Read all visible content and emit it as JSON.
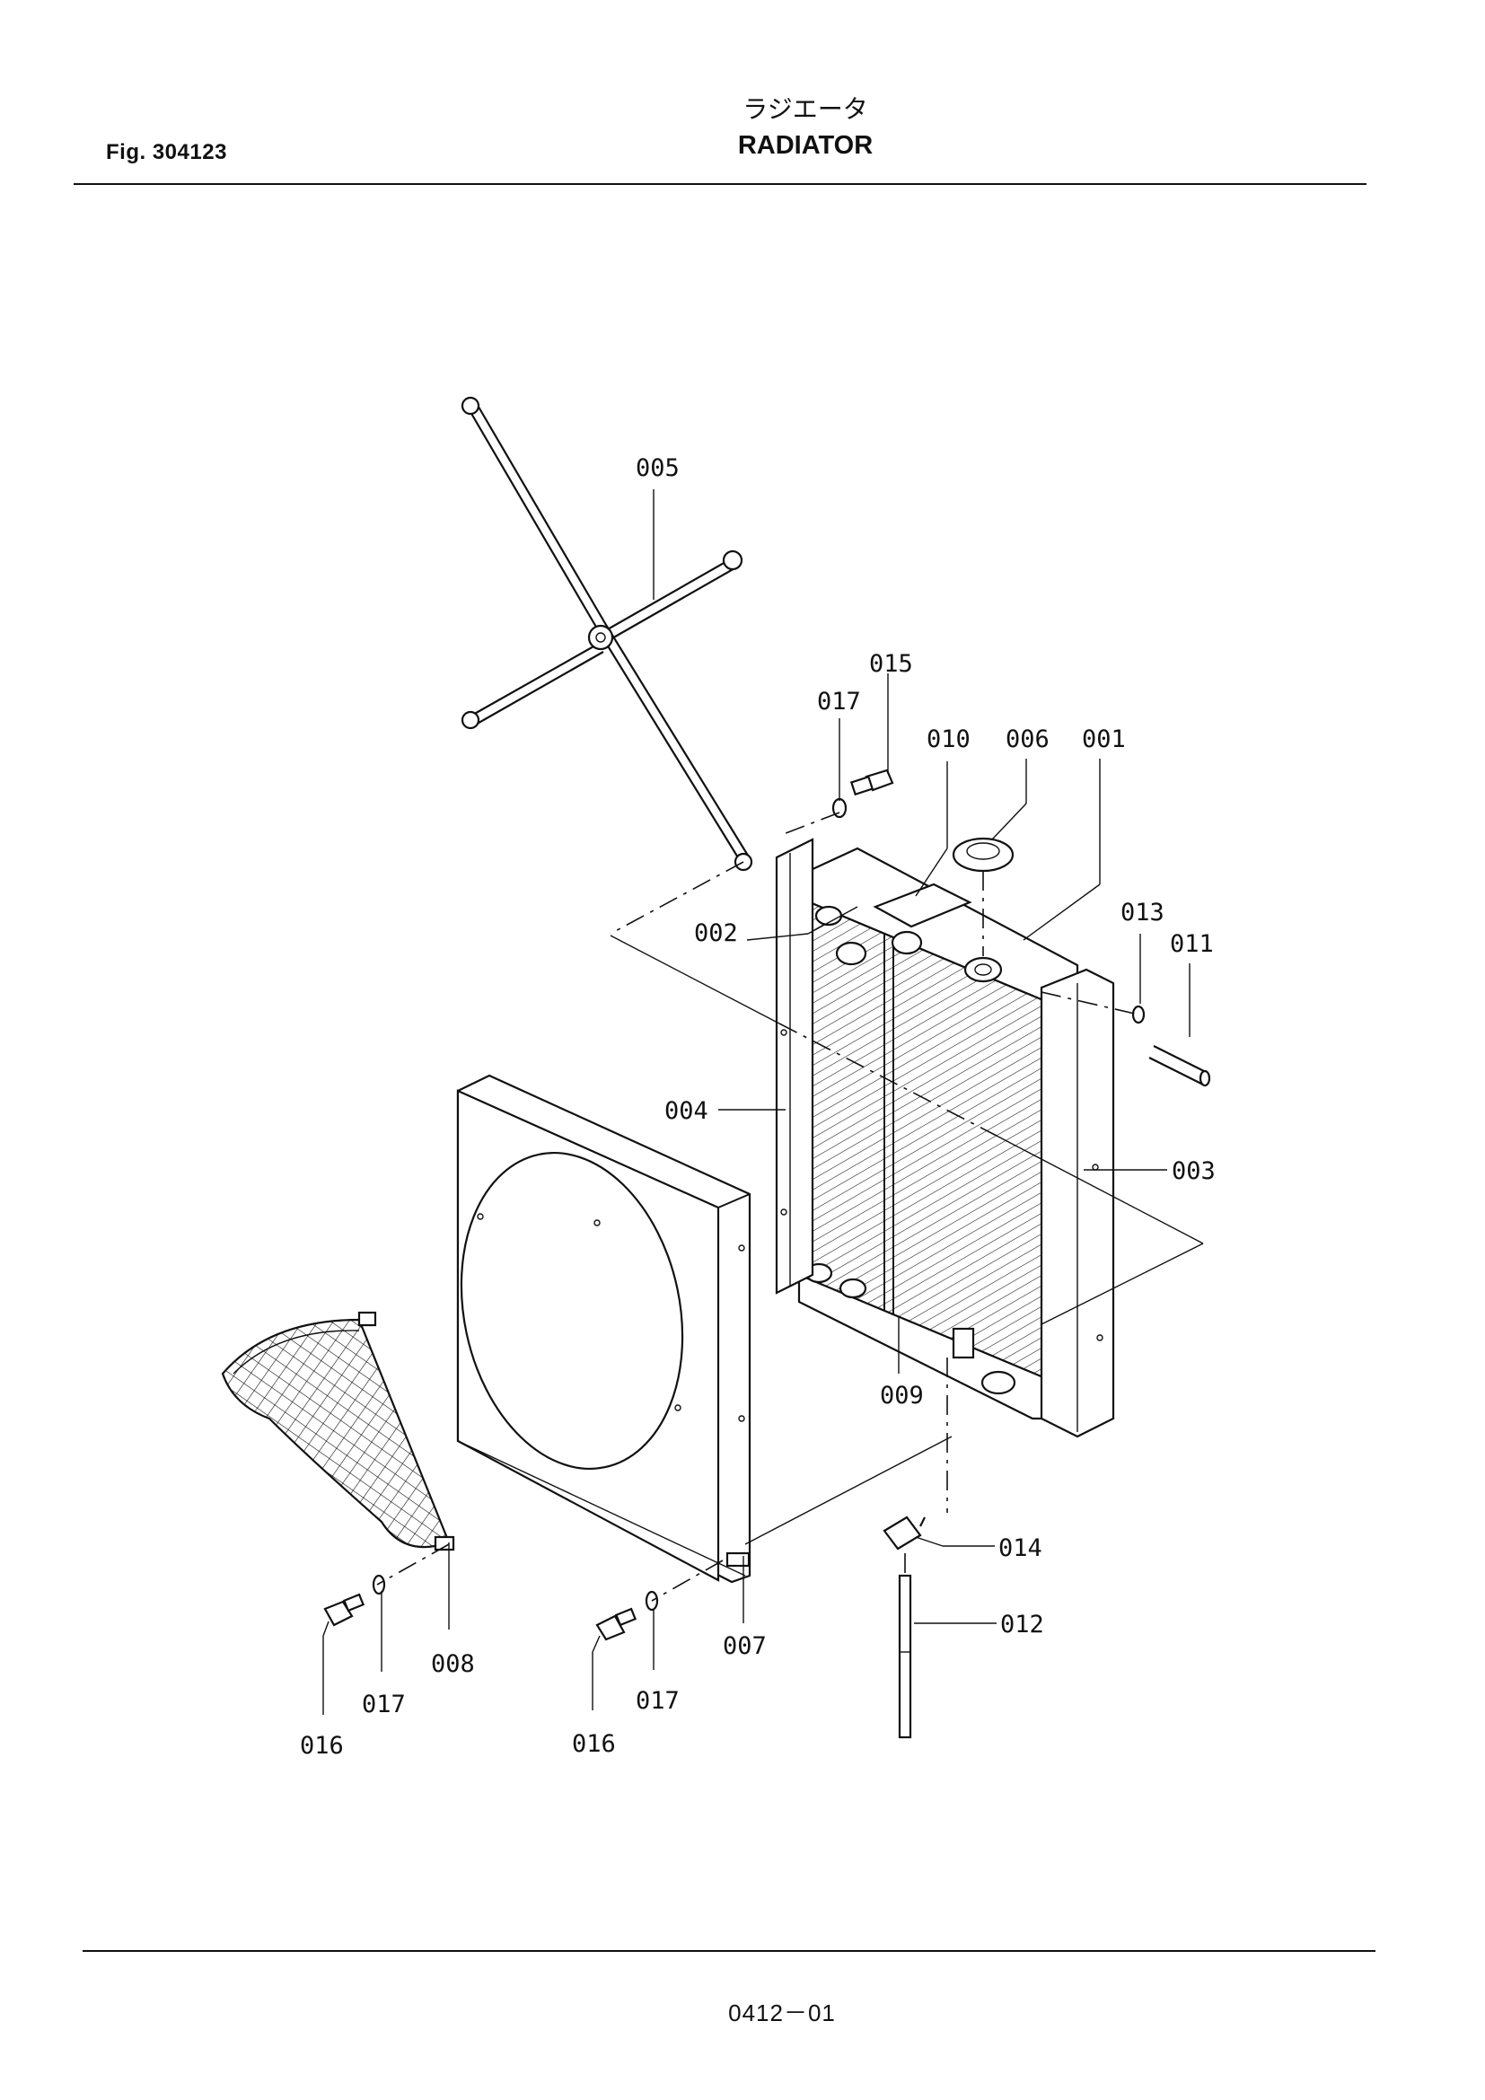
{
  "header": {
    "figure_number": "Fig. 304123",
    "title_japanese": "ラジエータ",
    "title_english": "RADIATOR"
  },
  "footer": {
    "page_number": "0412－01"
  },
  "callouts": [
    {
      "id": "callout-001",
      "label": "001"
    },
    {
      "id": "callout-002",
      "label": "002"
    },
    {
      "id": "callout-003",
      "label": "003"
    },
    {
      "id": "callout-004",
      "label": "004"
    },
    {
      "id": "callout-005",
      "label": "005"
    },
    {
      "id": "callout-006",
      "label": "006"
    },
    {
      "id": "callout-007",
      "label": "007"
    },
    {
      "id": "callout-008",
      "label": "008"
    },
    {
      "id": "callout-009",
      "label": "009"
    },
    {
      "id": "callout-010",
      "label": "010"
    },
    {
      "id": "callout-011",
      "label": "011"
    },
    {
      "id": "callout-012",
      "label": "012"
    },
    {
      "id": "callout-013",
      "label": "013"
    },
    {
      "id": "callout-014",
      "label": "014"
    },
    {
      "id": "callout-015",
      "label": "015"
    },
    {
      "id": "callout-016a",
      "label": "016"
    },
    {
      "id": "callout-016b",
      "label": "016"
    },
    {
      "id": "callout-017a",
      "label": "017"
    },
    {
      "id": "callout-017b",
      "label": "017"
    },
    {
      "id": "callout-017c",
      "label": "017"
    }
  ]
}
